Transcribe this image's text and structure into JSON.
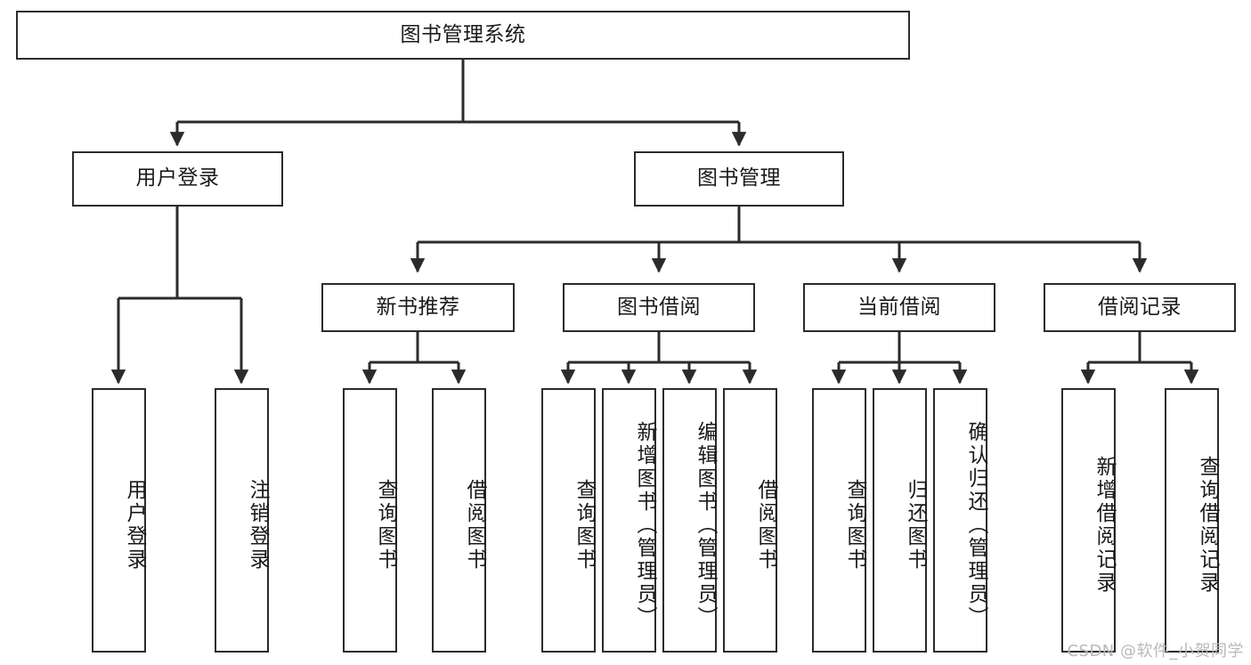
{
  "diagram": {
    "type": "tree-hierarchy-chart",
    "title": "图书管理系统",
    "orientation": "top-down",
    "colors": {
      "box_border": "#2b2b2b",
      "box_fill": "#ffffff",
      "connector": "#2b2b2b",
      "text": "#1a1a1a",
      "watermark": "#b9b9b9"
    },
    "root": {
      "label": "图书管理系统",
      "text_direction": "horizontal"
    },
    "level1": [
      {
        "label": "用户登录",
        "text_direction": "horizontal"
      },
      {
        "label": "图书管理",
        "text_direction": "horizontal"
      }
    ],
    "level2": [
      {
        "label": "新书推荐",
        "text_direction": "horizontal",
        "parent": "图书管理"
      },
      {
        "label": "图书借阅",
        "text_direction": "horizontal",
        "parent": "图书管理"
      },
      {
        "label": "当前借阅",
        "text_direction": "horizontal",
        "parent": "图书管理"
      },
      {
        "label": "借阅记录",
        "text_direction": "horizontal",
        "parent": "图书管理"
      }
    ],
    "leaves": {
      "user_login": [
        {
          "label": "用户登录",
          "text_direction": "vertical"
        },
        {
          "label": "注销登录",
          "text_direction": "vertical"
        }
      ],
      "new_book_recommend": [
        {
          "label": "查询图书",
          "text_direction": "vertical"
        },
        {
          "label": "借阅图书",
          "text_direction": "vertical"
        }
      ],
      "book_borrow": [
        {
          "label": "查询图书",
          "text_direction": "vertical"
        },
        {
          "label": "新增图书（管理员）",
          "text_direction": "vertical"
        },
        {
          "label": "编辑图书（管理员）",
          "text_direction": "vertical"
        },
        {
          "label": "借阅图书",
          "text_direction": "vertical"
        }
      ],
      "current_borrow": [
        {
          "label": "查询图书",
          "text_direction": "vertical"
        },
        {
          "label": "归还图书",
          "text_direction": "vertical"
        },
        {
          "label": "确认归还（管理员）",
          "text_direction": "vertical"
        }
      ],
      "borrow_record": [
        {
          "label": "新增借阅记录",
          "text_direction": "vertical"
        },
        {
          "label": "查询借阅记录",
          "text_direction": "vertical"
        }
      ]
    },
    "watermark": "CSDN @软件_小贺同学"
  }
}
